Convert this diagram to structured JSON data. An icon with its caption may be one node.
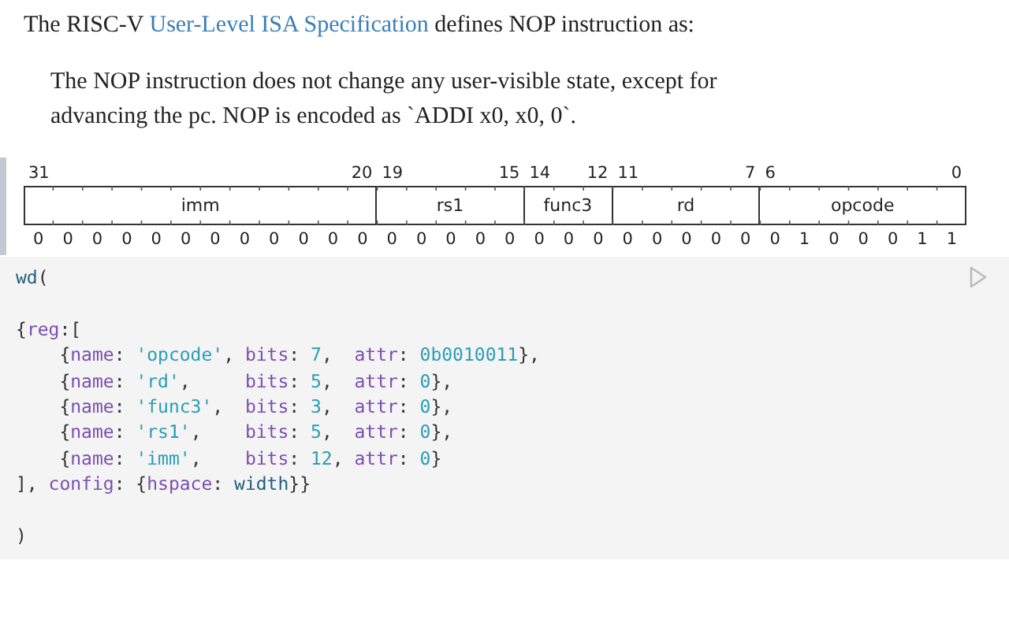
{
  "diagram": {
    "nodes": [
      {
        "text": [
          "imm"
        ]
      },
      {
        "text": [
          "rs1"
        ]
      },
      {
        "text": [
          "func3"
        ]
      },
      {
        "text": [
          "rd"
        ]
      },
      {
        "text": [
          "opcode"
        ]
      }
    ],
    "edges": [],
    "labels": [
      "The RISC-V",
      "User-Level ISA Specification",
      "defines NOP instruction as:",
      "The NOP instruction does not change any user-visible state, except for advancing the pc. NOP is encoded as `ADDI x0, x0, 0`.",
      "31",
      "20",
      "19",
      "15",
      "14",
      "12",
      "11",
      "7",
      "6",
      "0",
      "0",
      "0",
      "0",
      "0",
      "0",
      "0",
      "0",
      "0",
      "0",
      "0",
      "0",
      "0",
      "0",
      "0",
      "0",
      "0",
      "0",
      "0",
      "0",
      "0",
      "0",
      "0",
      "0",
      "0",
      "0",
      "0",
      "1",
      "0",
      "0",
      "0",
      "1",
      "1",
      "wd(",
      "{reg:[",
      "    {name: 'opcode', bits: 7,  attr: 0b0010011},",
      "    {name: 'rd',     bits: 5,  attr: 0},",
      "    {name: 'func3',  bits: 3,  attr: 0},",
      "    {name: 'rs1',    bits: 5,  attr: 0},",
      "    {name: 'imm',    bits: 12, attr: 0}",
      "], config: {hspace: width}}",
      ")"
    ]
  }
}
